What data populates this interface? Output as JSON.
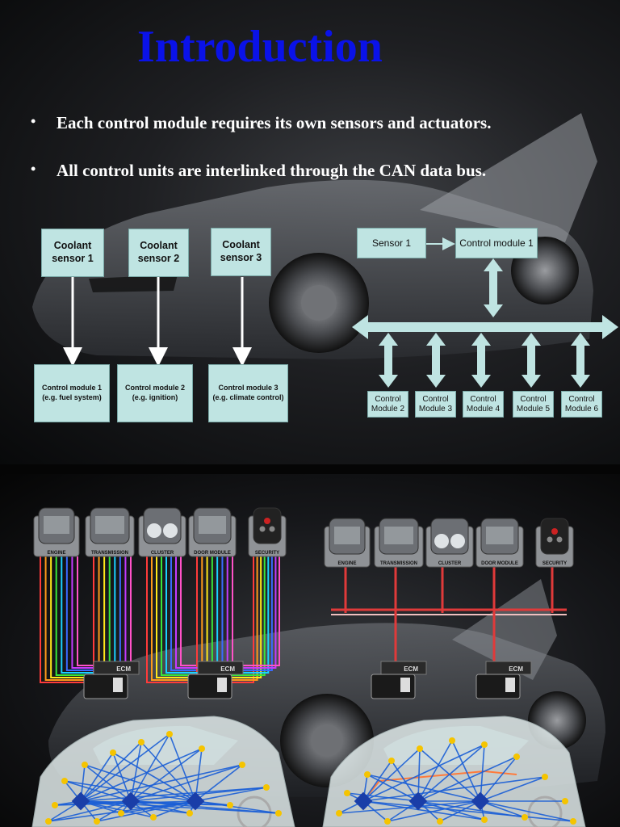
{
  "slide1": {
    "title": "Introduction",
    "bullets": [
      "Each control module requires its own sensors and actuators.",
      "All control units are interlinked through the CAN data bus."
    ],
    "left_diagram": {
      "sensors": [
        "Coolant sensor 1",
        "Coolant sensor 2",
        "Coolant sensor 3"
      ],
      "modules": [
        [
          "Control module 1",
          "(e.g. fuel system)"
        ],
        [
          "Control module 2",
          "(e.g. ignition)"
        ],
        [
          "Control module 3",
          "(e.g. climate control)"
        ]
      ]
    },
    "right_diagram": {
      "sensor": "Sensor 1",
      "top_module": "Control module 1",
      "bus_modules": [
        [
          "Control",
          "Module 2"
        ],
        [
          "Control",
          "Module 3"
        ],
        [
          "Control",
          "Module 4"
        ],
        [
          "Control",
          "Module 5"
        ],
        [
          "Control",
          "Module 6"
        ]
      ]
    }
  },
  "slide2": {
    "component_labels": [
      "ENGINE",
      "TRANSMISSION",
      "CLUSTER",
      "DOOR MODULE",
      "SECURITY"
    ],
    "ecm_label": "ECM",
    "colors": {
      "wires": [
        "#ff3b3b",
        "#ff9a1a",
        "#ffe81a",
        "#39e639",
        "#1ad1ff",
        "#3a6bff",
        "#c43aff",
        "#ff52c8"
      ],
      "bus": "#e03a3a",
      "network": "#1b5fd6",
      "node": "#f5c400"
    }
  }
}
